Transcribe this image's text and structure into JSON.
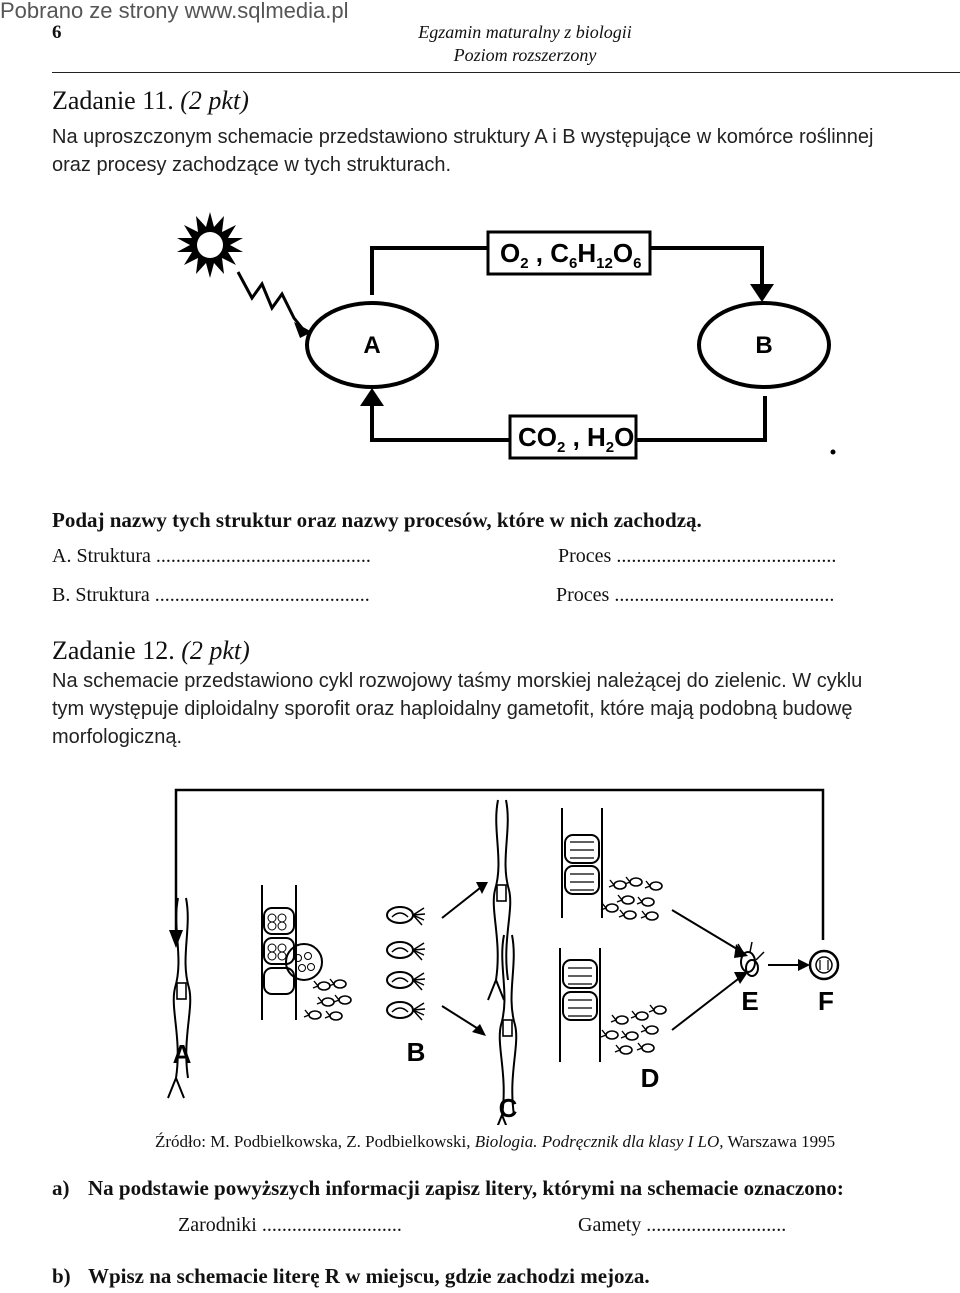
{
  "watermark": "Pobrano ze strony www.sqlmedia.pl",
  "header": {
    "page_number": "6",
    "exam_title": "Egzamin maturalny z biologii",
    "level": "Poziom rozszerzony"
  },
  "task11": {
    "heading": "Zadanie 11.",
    "points": "(2 pkt)",
    "intro_line1": "Na uproszczonym schemacie przedstawiono struktury A i B występujące w komórce roślinnej",
    "intro_line2": "oraz procesy zachodzące w tych strukturach.",
    "diagram": {
      "top_label": "O2 , C6H12O6",
      "bottom_label": "CO2 , H2O",
      "structure_a": "A",
      "structure_b": "B"
    },
    "question": "Podaj nazwy tych struktur oraz nazwy procesów, które w nich zachodzą.",
    "row_a_structure": "A. Struktura ...........................................",
    "row_a_process": "Proces ............................................",
    "row_b_structure": "B. Struktura ...........................................",
    "row_b_process": "Proces ............................................"
  },
  "task12": {
    "heading": "Zadanie 12.",
    "points": "(2 pkt)",
    "intro_line1": "Na schemacie przedstawiono cykl rozwojowy taśmy morskiej należącej do zielenic. W cyklu",
    "intro_line2": "tym występuje diploidalny sporofit oraz haploidalny gametofit, które mają podobną budowę",
    "intro_line3": "morfologiczną.",
    "diagram": {
      "label_a": "A",
      "label_b": "B",
      "label_c": "C",
      "label_d": "D",
      "label_e": "E",
      "label_f": "F"
    },
    "source_prefix": "Źródło: M. Podbielkowska, Z. Podbielkowski, ",
    "source_title": "Biologia. Podręcznik dla klasy I LO,",
    "source_suffix": " Warszawa 1995",
    "qa_marker": "a)",
    "qa_text": "Na podstawie powyższych informacji zapisz litery, którymi na schemacie oznaczono:",
    "zarodniki": "Zarodniki ............................",
    "gamety": "Gamety ............................",
    "qb_marker": "b)",
    "qb_text": "Wpisz na schemacie literę R w miejscu, gdzie zachodzi mejoza."
  }
}
